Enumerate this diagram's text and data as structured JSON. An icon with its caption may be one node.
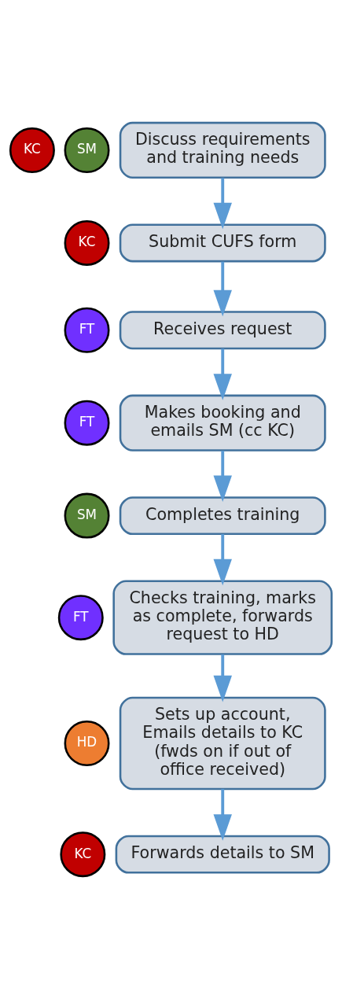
{
  "diagram": {
    "nodes": [
      {
        "text": [
          "KC"
        ]
      },
      {
        "text": [
          "Discuss requirements and training needs"
        ]
      },
      {
        "text": [
          "SM"
        ]
      },
      {
        "text": [
          "KC"
        ]
      },
      {
        "text": [
          "Submit CUFS form"
        ]
      },
      {
        "text": [
          "FT"
        ]
      },
      {
        "text": [
          "Receives request"
        ]
      },
      {
        "text": [
          "FT"
        ]
      },
      {
        "text": [
          "Makes booking and emails SM (cc KC)"
        ]
      },
      {
        "text": [
          "SM"
        ]
      },
      {
        "text": [
          "Completes training"
        ]
      },
      {
        "text": [
          "FT"
        ]
      },
      {
        "text": [
          "Checks training, marks as complete, forwards request to HD"
        ]
      },
      {
        "text": [
          "HD"
        ]
      },
      {
        "text": [
          "Sets up account, Emails details to KC (fwds on if out of office received)"
        ]
      },
      {
        "text": [
          "KC"
        ]
      },
      {
        "text": [
          "Forwards details to SM"
        ]
      }
    ],
    "edges": [
      {
        "from": 1,
        "to": 4,
        "arrow": "to"
      },
      {
        "from": 4,
        "to": 6,
        "arrow": "to"
      },
      {
        "from": 6,
        "to": 8,
        "arrow": "to"
      },
      {
        "from": 8,
        "to": 10,
        "arrow": "to"
      },
      {
        "from": 10,
        "to": 12,
        "arrow": "to"
      },
      {
        "from": 12,
        "to": 14,
        "arrow": "to"
      },
      {
        "from": 14,
        "to": 16,
        "arrow": "to"
      }
    ]
  }
}
